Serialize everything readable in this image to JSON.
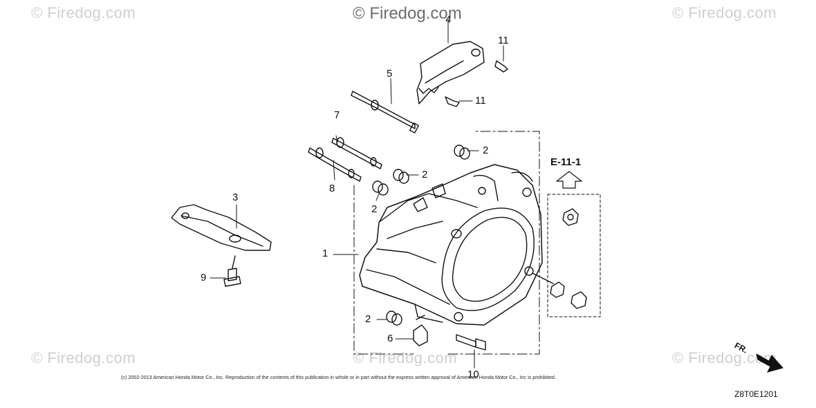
{
  "watermark": {
    "main": "© Firedog.com",
    "repeat": "© Firedog.com"
  },
  "callouts": {
    "c1": "1",
    "c2a": "2",
    "c2b": "2",
    "c2c": "2",
    "c2d": "2",
    "c3": "3",
    "c4": "4",
    "c5": "5",
    "c6": "6",
    "c7": "7",
    "c8": "8",
    "c9": "9",
    "c10": "10",
    "c11a": "11",
    "c11b": "11"
  },
  "section_ref": "E-11-1",
  "direction_label": "FR.",
  "copyright": "(c) 2002-2013 American Honda Motor Co., Inc. Reproduction of the contents of this publication in whole or in part without the express written approval of American Honda Motor Co., Inc is prohibited.",
  "diagram_code": "Z8T0E1201"
}
